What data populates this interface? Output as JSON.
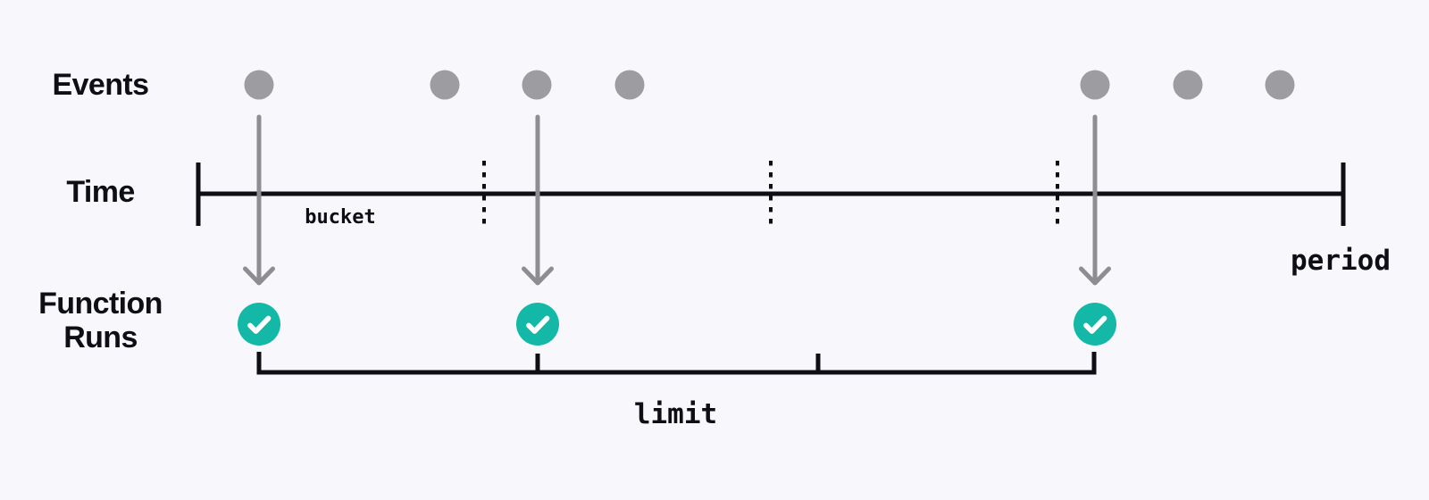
{
  "labels": {
    "events": "Events",
    "time": "Time",
    "function_runs": "Function Runs",
    "bucket": "bucket",
    "period": "period",
    "limit": "limit"
  },
  "colors": {
    "background": "#f8f8fc",
    "ink": "#0e0e15",
    "event_dot": "#9d9da1",
    "arrow": "#8d8d92",
    "run_circle": "#14b8a6",
    "checkmark": "#ffffff"
  },
  "diagram": {
    "event_count": 7,
    "function_run_count": 3,
    "bucket_divider_count": 3,
    "limit_bracket_segment_count": 3
  }
}
